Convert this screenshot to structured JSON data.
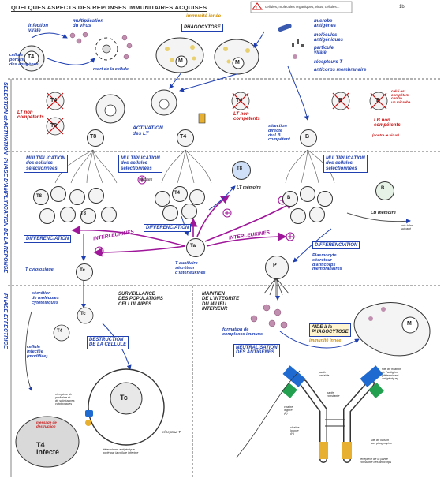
{
  "title": "QUELQUES ASPECTS DES REPONSES IMMUNITAIRES ACQUISES",
  "legend_text": "cellules, molécules organiques, virus, cellules...",
  "legend_code": "1b",
  "sections": {
    "selection": "SELECTION et ACTIVATION",
    "amplification": "PHASE D'AMPLIFICATION DE LA REPONSE",
    "effectrice": "PHASE EFFECTRICE"
  },
  "top": {
    "infection": "infection\nvirale",
    "multiplication_virus": "multiplication\ndu virus",
    "cellule_portant": "cellule\nportant\ndes antigènes",
    "mort": "mort de la cellule",
    "immunite_innee": "immunité innée",
    "phagocytose": "PHAGOCYTOSE",
    "microbe": "microbe\nantigènes",
    "molecules": "molécules\nantigéniques",
    "particule": "particule\nvirale",
    "recepteurs": "récepteurs T",
    "anticorps": "anticorps membranaire"
  },
  "selection": {
    "lt_non_left": "LT non\ncompétents",
    "activation": "ACTIVATION\ndes LT",
    "lt_non_right": "LT non\ncompétents",
    "selection_directe": "sélection\ndirecte\ndu LB\ncompétent",
    "lb_non_competent_note": "celui est\ncompétent\ncontre\nun microbe",
    "lb_non": "LB non\ncompétents",
    "contre_virus": "(contre le virus)"
  },
  "amplification": {
    "multiplication_left": "MULTIPLICATION\ndes cellules\nsélectionnées",
    "multiplication_mid": "MULTIPLICATION\ndes cellules\nsélectionnées",
    "mitoses": "mitoses",
    "lt_memoire": "LT mémoire",
    "multiplication_right": "MULTIPLICATION\ndes cellules\nsélectionnées",
    "differenciation_mid": "DIFFERENCIATION",
    "interleukines_left": "INTERLEUKINES",
    "interleukines_right": "INTERLEUKINES",
    "lb_memoire": "LB mémoire",
    "voir_bilan": "voir bilan\nsuivant",
    "differenciation_left": "DIFFERENCIATION",
    "differenciation_right": "DIFFERENCIATION",
    "t_auxiliaire": "T auxiliaire\nsécréteur\nd'interleukines",
    "plasmocyte": "Plasmocyte\nsécréteur\nd'anticorps\nmembranaires",
    "t_cytotoxique": "T cytotoxique"
  },
  "effectrice": {
    "surveillance": "SURVEILLANCE\nDES POPULATIONS\nCELLULAIRES",
    "maintien": "MAINTIEN\nDE L'INTEGRITE\nDU MILIEU\nINTERIEUR",
    "secretion": "sécrétion\nde molécules\ncytotoxiques",
    "cellule_infectee": "cellule\ninfectée\n(modifiée)",
    "destruction": "DESTRUCTION\nDE LA CELLULE",
    "formation": "formation de\ncomplexes immuns",
    "aide": "AIDE à la\nPHAGOCYTOSE",
    "immunite_innee2": "immunité innée",
    "neutralisation": "NEUTRALISATION\nDES ANTIGENES",
    "recepteur_perforine": "récepteur de\nperforine et\nde substances\ncytotoxiques",
    "recepteur_t": "récepteur T",
    "message": "message de\ndestruction",
    "determinant": "déterminant antigénique\nporté par la cellule infectée",
    "t4_infecte": "T4\ninfecté",
    "partie_variable": "partie\nvariable",
    "site_fixation": "site de fixation\nde l'antigène\n(déterminant\nantigénique)",
    "partie_constante": "partie\nconstante",
    "chaine_legere": "chaîne\nlégère\n(L)",
    "chaine_lourde": "chaîne\nlourde\n(H)",
    "site_liaison": "site de liaison\naux phagocytes",
    "recepteur_partie": "récepteur de la partie\nconstante des anticorps"
  },
  "cells": {
    "t4": "T4",
    "t8": "T8",
    "m": "M",
    "b": "B",
    "ta": "Ta",
    "tc": "Tc",
    "p": "P"
  }
}
